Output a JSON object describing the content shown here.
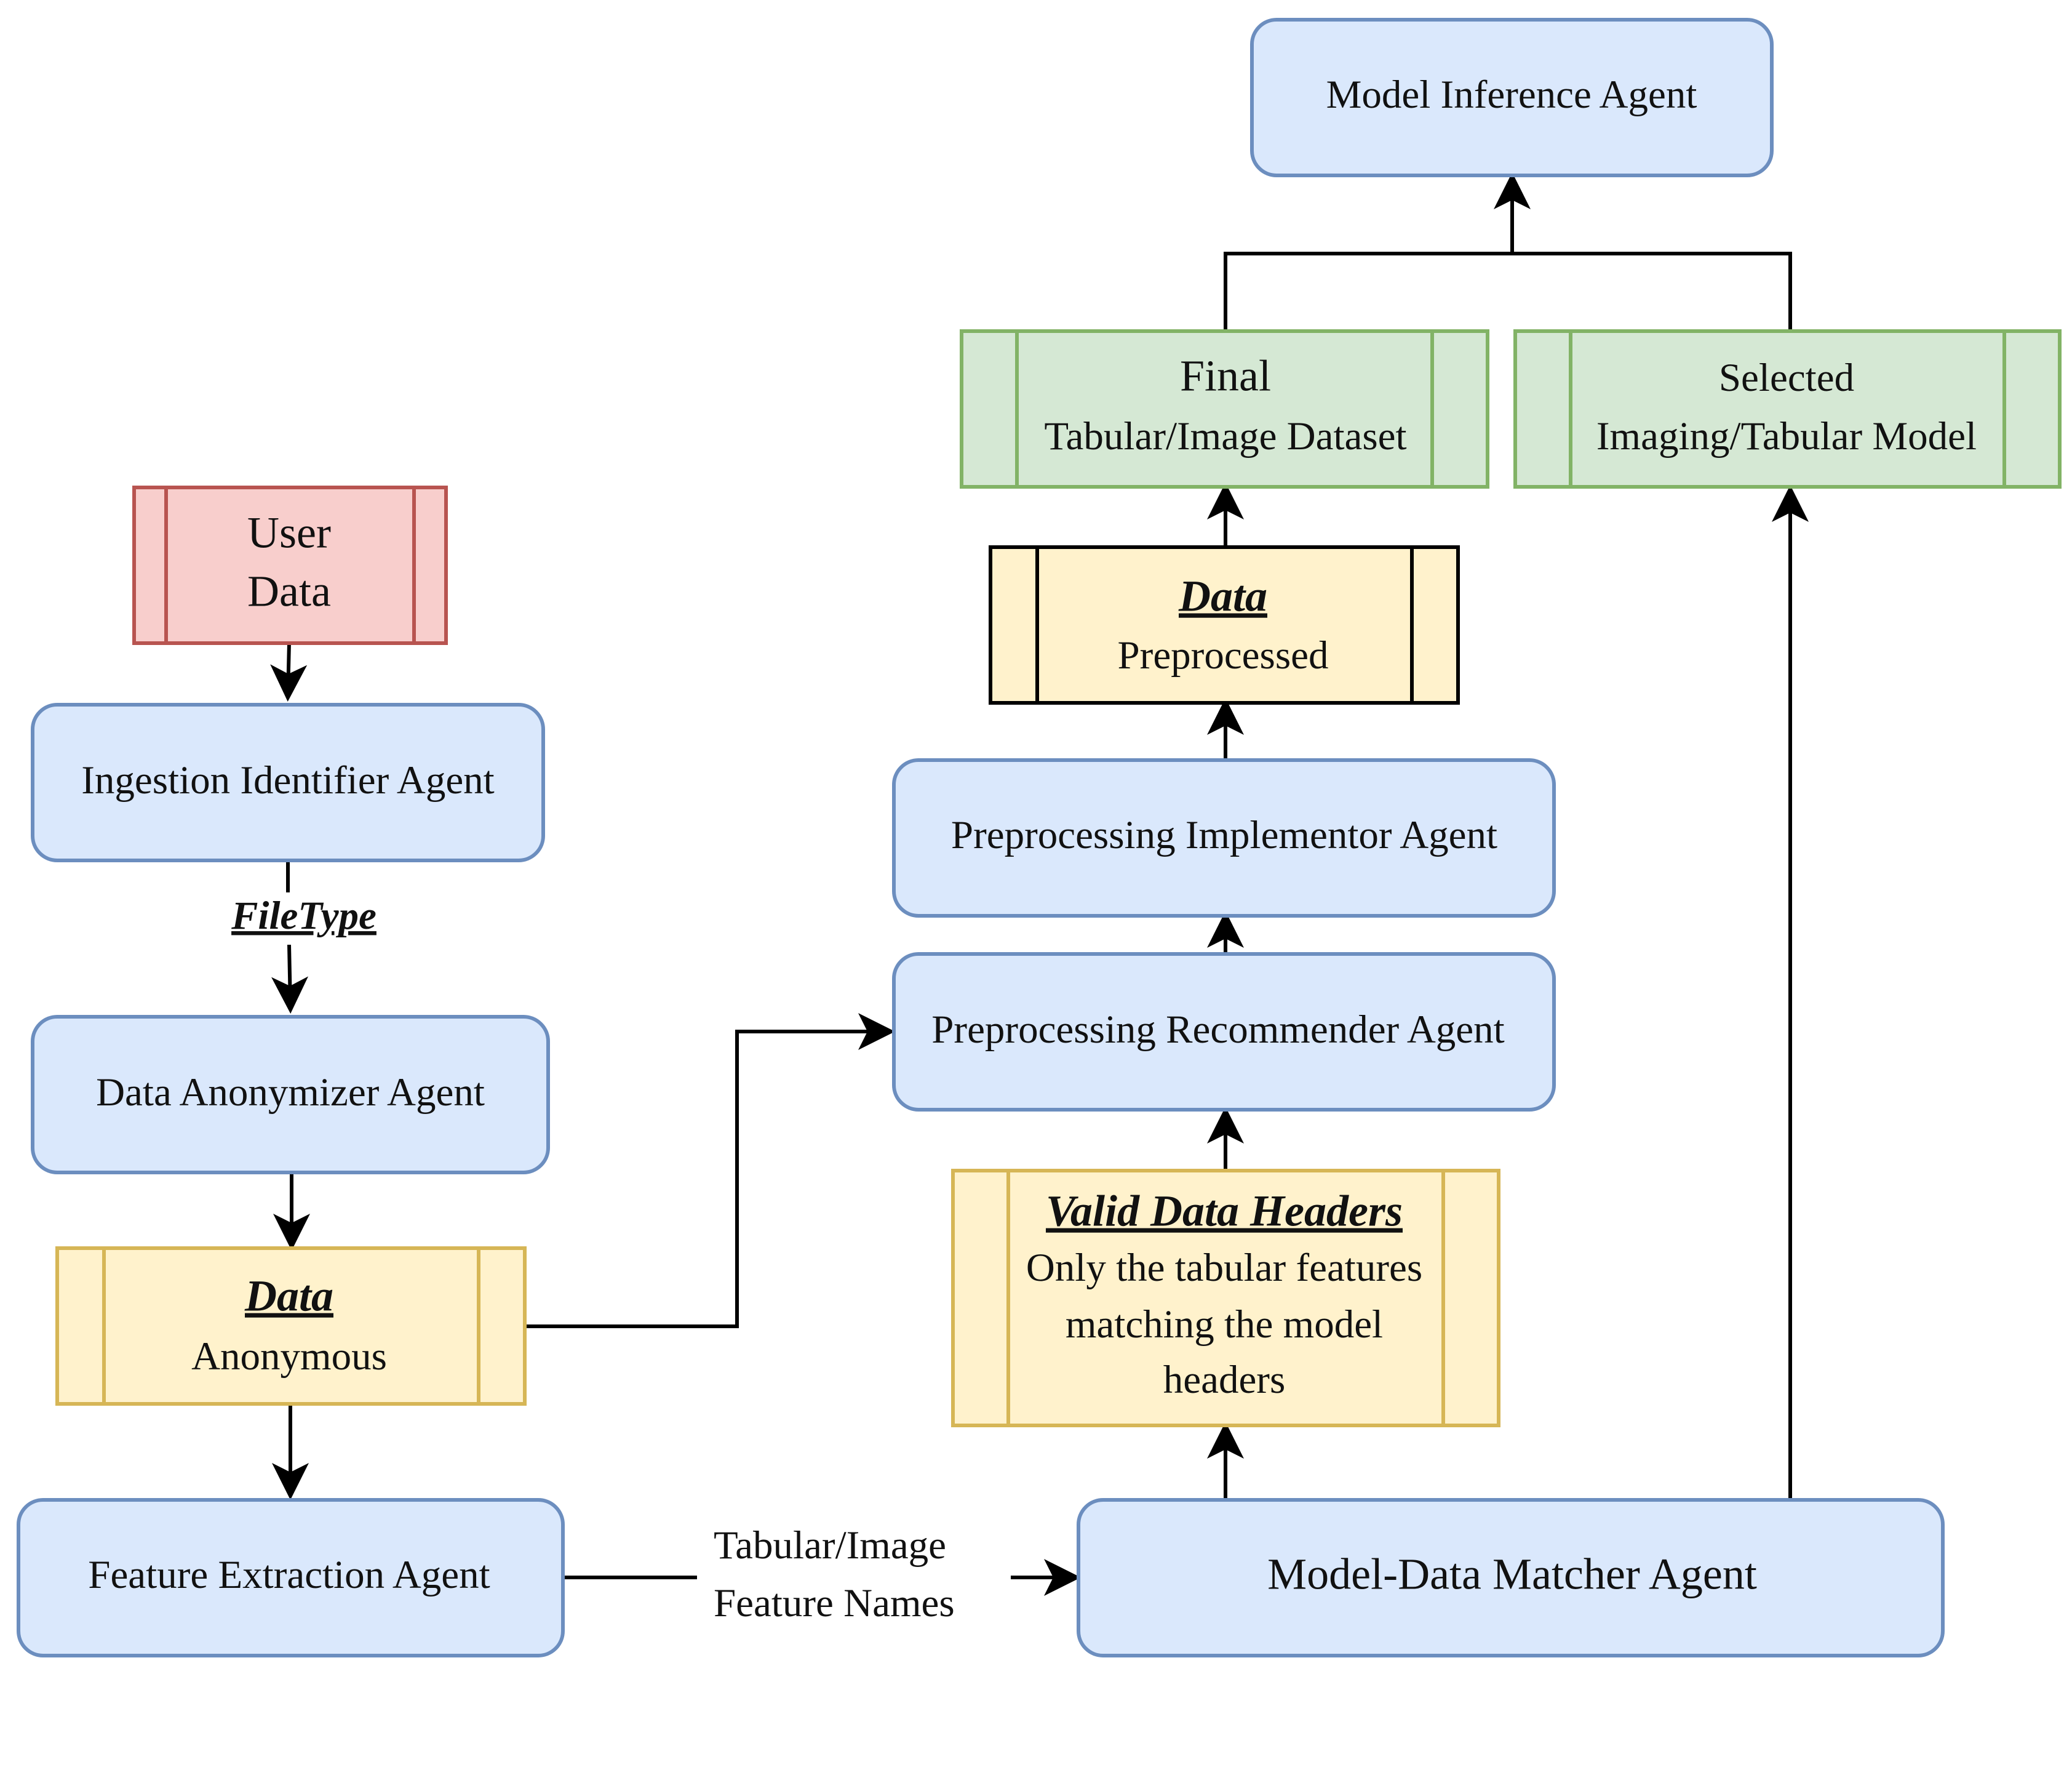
{
  "nodes": {
    "model_inference": {
      "label": "Model Inference Agent",
      "kind": "agent"
    },
    "final_dataset": {
      "line1": "Final",
      "line2": "Tabular/Image Dataset",
      "kind": "data-output"
    },
    "selected_model": {
      "line1": "Selected",
      "line2": "Imaging/Tabular Model",
      "kind": "data-output"
    },
    "user_data": {
      "line1": "User",
      "line2": "Data",
      "kind": "data-input"
    },
    "data_preprocessed": {
      "title": "Data",
      "subtitle": "Preprocessed",
      "kind": "data-intermediate"
    },
    "ingestion": {
      "label": "Ingestion Identifier Agent",
      "kind": "agent"
    },
    "preprocessing_implementor": {
      "label": "Preprocessing Implementor Agent",
      "kind": "agent"
    },
    "preprocessing_recommender": {
      "label": "Preprocessing Recommender Agent",
      "kind": "agent"
    },
    "anonymizer": {
      "label": "Data Anonymizer Agent",
      "kind": "agent"
    },
    "valid_headers": {
      "title": "Valid Data Headers",
      "line1": "Only the tabular features",
      "line2": "matching the model",
      "line3": "headers",
      "kind": "data-intermediate"
    },
    "data_anonymous": {
      "title": "Data",
      "subtitle": "Anonymous",
      "kind": "data-intermediate"
    },
    "feature_extraction": {
      "label": "Feature Extraction Agent",
      "kind": "agent"
    },
    "matcher": {
      "label": "Model-Data Matcher Agent",
      "kind": "agent"
    }
  },
  "edge_labels": {
    "filetype": "FileType",
    "features_line1": "Tabular/Image",
    "features_line2": "Feature Names"
  },
  "edges": [
    {
      "from": "user_data",
      "to": "ingestion"
    },
    {
      "from": "ingestion",
      "to": "anonymizer",
      "label": "filetype"
    },
    {
      "from": "anonymizer",
      "to": "data_anonymous"
    },
    {
      "from": "data_anonymous",
      "to": "feature_extraction"
    },
    {
      "from": "data_anonymous",
      "to": "preprocessing_recommender"
    },
    {
      "from": "feature_extraction",
      "to": "matcher",
      "label": "features"
    },
    {
      "from": "matcher",
      "to": "valid_headers"
    },
    {
      "from": "matcher",
      "to": "selected_model"
    },
    {
      "from": "valid_headers",
      "to": "preprocessing_recommender"
    },
    {
      "from": "preprocessing_recommender",
      "to": "preprocessing_implementor"
    },
    {
      "from": "preprocessing_implementor",
      "to": "data_preprocessed"
    },
    {
      "from": "data_preprocessed",
      "to": "final_dataset"
    },
    {
      "from": "final_dataset",
      "to": "model_inference"
    },
    {
      "from": "selected_model",
      "to": "model_inference"
    }
  ],
  "colors": {
    "agent_fill": "#dae8fc",
    "agent_stroke": "#6c8ebf",
    "output_fill": "#d5e8d4",
    "output_stroke": "#82b366",
    "input_fill": "#f8cecc",
    "input_stroke": "#b85450",
    "intermediate_fill": "#fff2cc",
    "intermediate_stroke": "#d6b656",
    "preprocessed_stroke": "#000000",
    "edge": "#000000"
  }
}
